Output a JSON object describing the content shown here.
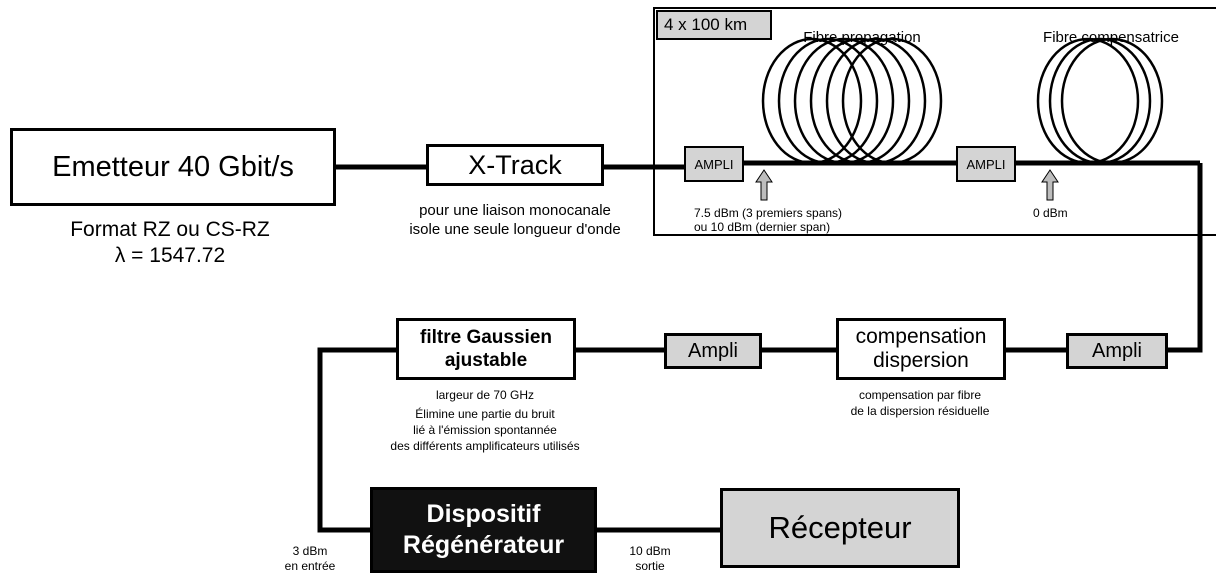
{
  "span_box": {
    "label": "4 x 100 km"
  },
  "coil_labels": {
    "propagation": "Fibre propagation",
    "compensation": "Fibre compensatrice"
  },
  "emitter": {
    "label": "Emetteur 40 Gbit/s",
    "format": "Format RZ ou CS-RZ",
    "wavelength": "λ = 1547.72"
  },
  "xtrack": {
    "label": "X-Track",
    "note_line1": "pour une liaison monocanale",
    "note_line2": "isole une seule longueur d'onde"
  },
  "span_amplis": {
    "first": "AMPLI",
    "second": "AMPLI"
  },
  "power_notes": {
    "first_line1": "7.5 dBm (3 premiers spans)",
    "first_line2": "ou 10 dBm (dernier span)",
    "second": "0 dBm"
  },
  "filter": {
    "line1": "filtre Gaussien",
    "line2": "ajustable",
    "note1": "largeur de 70 GHz",
    "note2": "Élimine une partie du bruit",
    "note3": "lié à l'émission spontannée",
    "note4": "des différents amplificateurs utilisés"
  },
  "ampli_mid": {
    "label": "Ampli"
  },
  "compensation": {
    "line1": "compensation",
    "line2": "dispersion",
    "note1": "compensation par fibre",
    "note2": "de la dispersion résiduelle"
  },
  "ampli_right": {
    "label": "Ampli"
  },
  "regenerator": {
    "line1": "Dispositif",
    "line2": "Régénérateur",
    "in_line1": "3 dBm",
    "in_line2": "en entrée",
    "out_line1": "10 dBm",
    "out_line2": "sortie"
  },
  "receiver": {
    "label": "Récepteur"
  },
  "colors": {
    "line": "#000000",
    "grey_box": "#d4d4d4",
    "dark_box": "#111111",
    "arrow": "#bdbdbd"
  }
}
